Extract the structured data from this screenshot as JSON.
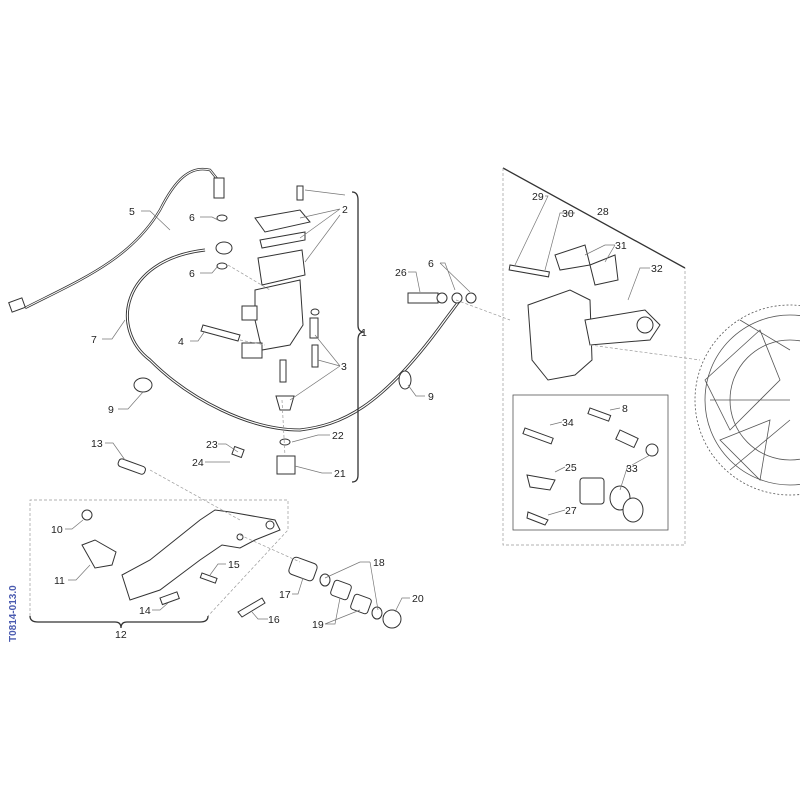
{
  "drawing_code": "T0814-013.0",
  "colors": {
    "line": "#333333",
    "code": "#4a5bb0"
  },
  "callouts": {
    "c1": "1",
    "c2": "2",
    "c3": "3",
    "c4": "4",
    "c5": "5",
    "c6a": "6",
    "c6b": "6",
    "c6c": "6",
    "c7": "7",
    "c8": "8",
    "c9a": "9",
    "c9b": "9",
    "c10": "10",
    "c11": "11",
    "c12": "12",
    "c13": "13",
    "c14": "14",
    "c15": "15",
    "c16": "16",
    "c17": "17",
    "c18": "18",
    "c19": "19",
    "c20": "20",
    "c21": "21",
    "c22": "22",
    "c23": "23",
    "c24": "24",
    "c25": "25",
    "c26": "26",
    "c27": "27",
    "c28": "28",
    "c29": "29",
    "c30": "30",
    "c31": "31",
    "c32": "32",
    "c33": "33",
    "c34": "34"
  }
}
